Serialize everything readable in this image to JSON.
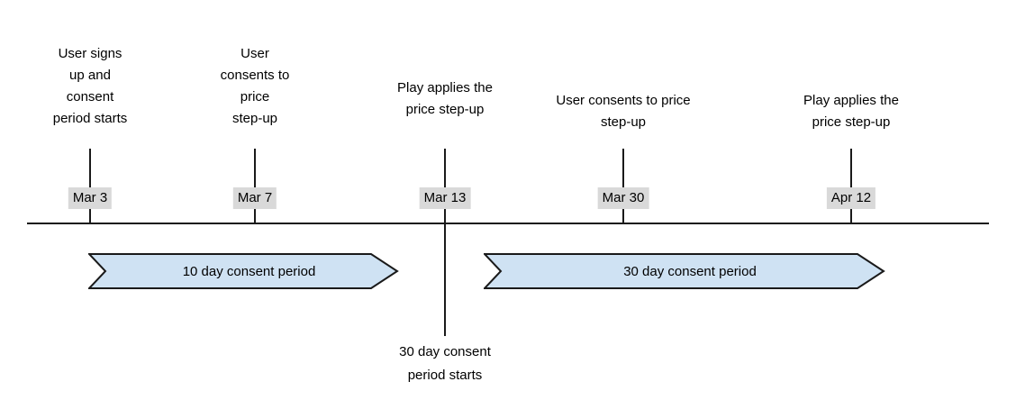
{
  "diagram": {
    "title_hint": "price step-up consent timeline",
    "events": [
      {
        "date": "Mar 3",
        "label": "User signs\nup and\nconsent\nperiod starts"
      },
      {
        "date": "Mar 7",
        "label": "User\nconsents to\nprice\nstep-up"
      },
      {
        "date": "Mar 13",
        "label": "Play applies the\nprice step-up",
        "note_below": "30 day consent\nperiod starts"
      },
      {
        "date": "Mar 30",
        "label": "User consents to price\nstep-up"
      },
      {
        "date": "Apr 12",
        "label": "Play applies the\nprice step-up"
      }
    ],
    "periods": [
      {
        "label": "10 day consent period"
      },
      {
        "label": "30 day consent period"
      }
    ],
    "colors": {
      "period_fill": "#cfe2f3",
      "period_border": "#1a1a1a",
      "date_bg": "#d9d9d9",
      "line": "#1a1a1a",
      "text": "#000000"
    }
  }
}
